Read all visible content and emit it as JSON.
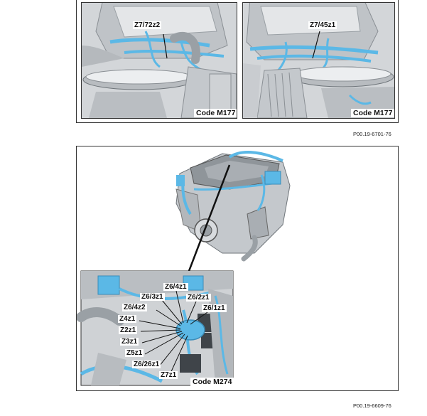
{
  "figure_top": {
    "left_panel": {
      "label": "Z7/72z2",
      "code": "Code M177"
    },
    "right_panel": {
      "label": "Z7/45z1",
      "code": "Code M177"
    },
    "reference": "P00.19-6701-76"
  },
  "figure_bottom": {
    "labels": [
      "Z6/4z1",
      "Z6/3z1",
      "Z6/2z1",
      "Z6/4z2",
      "Z6/1z1",
      "Z4z1",
      "Z2z1",
      "Z3z1",
      "Z5z1",
      "Z6/26z1",
      "Z7z1"
    ],
    "code": "Code M274",
    "reference": "P00.19-6609-76"
  },
  "colors": {
    "harness": "#5bb8e6",
    "engine": "#c9cccf",
    "outline": "#333333"
  }
}
